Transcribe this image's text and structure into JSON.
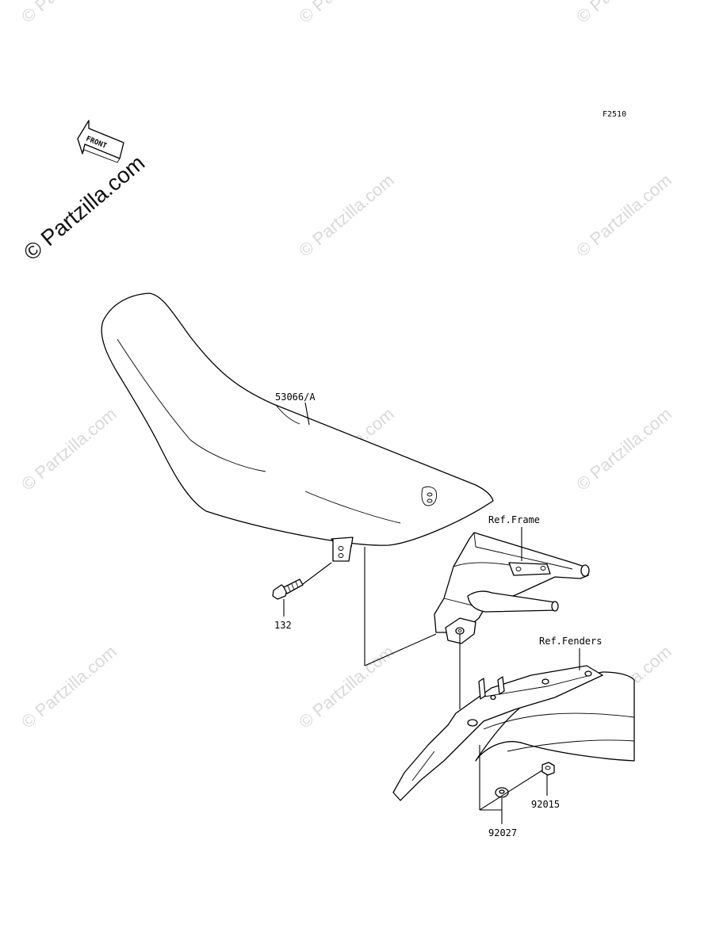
{
  "diagram_code": "F2510",
  "front_label": "FRONT",
  "watermark": {
    "brand_text": "© Partzilla.com",
    "color": "#d9d9d9",
    "brand_color": "#111111"
  },
  "parts": {
    "seat": {
      "label": "53066/A"
    },
    "bolt": {
      "label": "132"
    },
    "nut": {
      "label": "92015"
    },
    "washer": {
      "label": "92027"
    }
  },
  "references": {
    "frame": {
      "label": "Ref.Frame"
    },
    "fenders": {
      "label": "Ref.Fenders"
    }
  }
}
